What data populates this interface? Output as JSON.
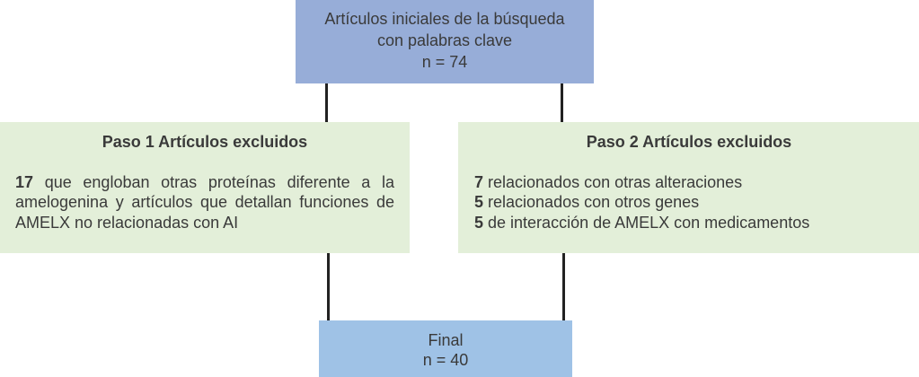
{
  "top_box": {
    "line1": "Artículos iniciales de la búsqueda",
    "line2": "con palabras clave",
    "line3": "n = 74"
  },
  "step1": {
    "title": "Paso 1 Artículos excluidos",
    "count": "17",
    "text": " que engloban otras proteínas diferente a la amelogenina y artículos que detallan funciones de AMELX no relacionadas con AI"
  },
  "step2": {
    "title": "Paso 2 Artículos excluidos",
    "items": [
      {
        "count": "7",
        "text": " relacionados con otras alteraciones"
      },
      {
        "count": "5",
        "text": " relacionados con otros genes"
      },
      {
        "count": "5",
        "text": " de interacción de AMELX con medicamentos"
      }
    ]
  },
  "final_box": {
    "line1": "Final",
    "line2": "n = 40"
  }
}
